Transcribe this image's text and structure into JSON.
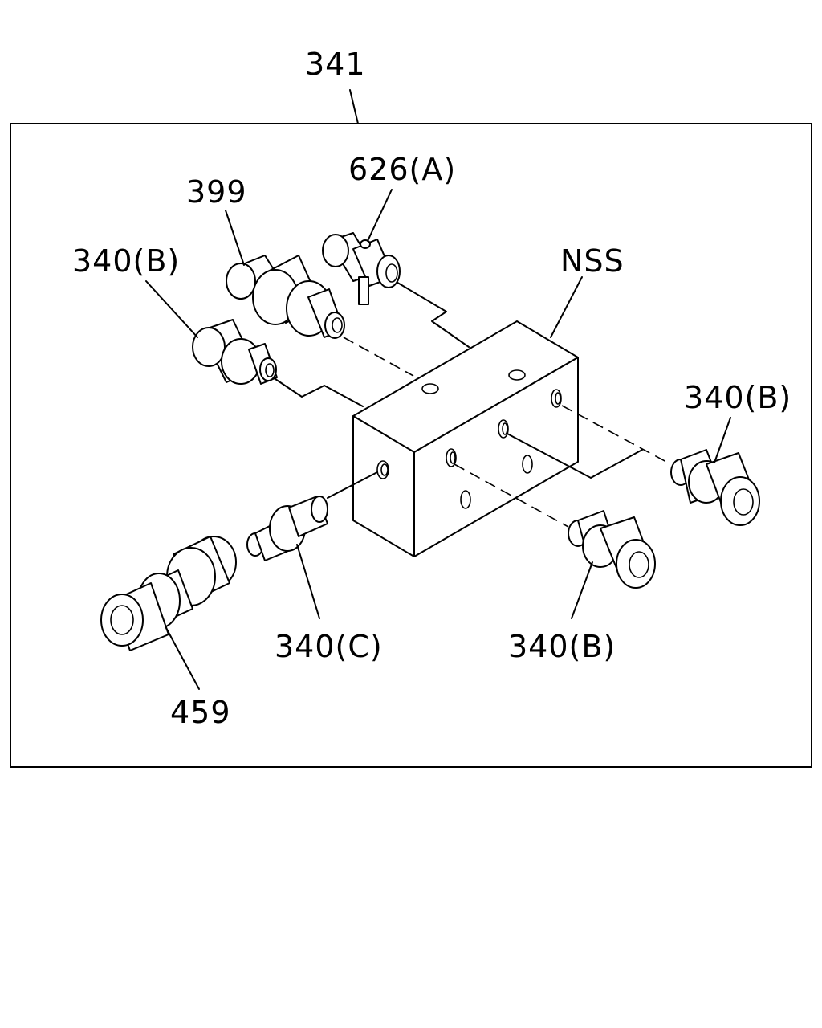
{
  "diagram": {
    "assembly_label": "341",
    "labels": {
      "sensor": "399",
      "fitting_a": "626(A)",
      "block": "NSS",
      "fitting_b_upper_left": "340(B)",
      "fitting_b_right": "340(B)",
      "fitting_c": "340(C)",
      "fitting_b_lower": "340(B)",
      "union": "459"
    }
  }
}
